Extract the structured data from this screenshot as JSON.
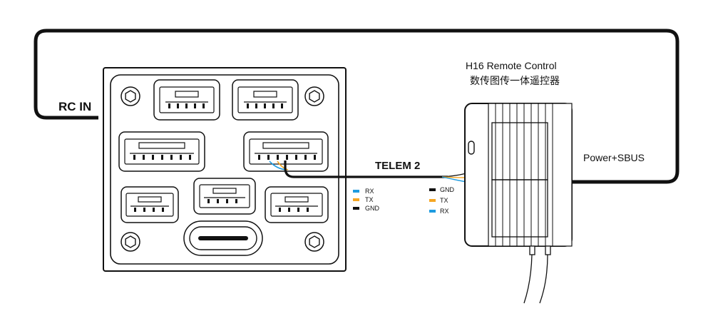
{
  "labels": {
    "rc_in": "RC IN",
    "telem": "TELEM 2",
    "power_sbus": "Power+SBUS",
    "remote_title_en": "H16 Remote Control",
    "remote_title_cn": "数传图传一体遥控器"
  },
  "legend_left": [
    {
      "text": "RX",
      "color": "#1e9be0"
    },
    {
      "text": "TX",
      "color": "#f5a623"
    },
    {
      "text": "GND",
      "color": "#111111"
    }
  ],
  "legend_right": [
    {
      "text": "GND",
      "color": "#111111"
    },
    {
      "text": "TX",
      "color": "#f5a623"
    },
    {
      "text": "RX",
      "color": "#1e9be0"
    }
  ],
  "colors": {
    "rx": "#1e9be0",
    "tx": "#f5a623",
    "gnd": "#111111"
  }
}
